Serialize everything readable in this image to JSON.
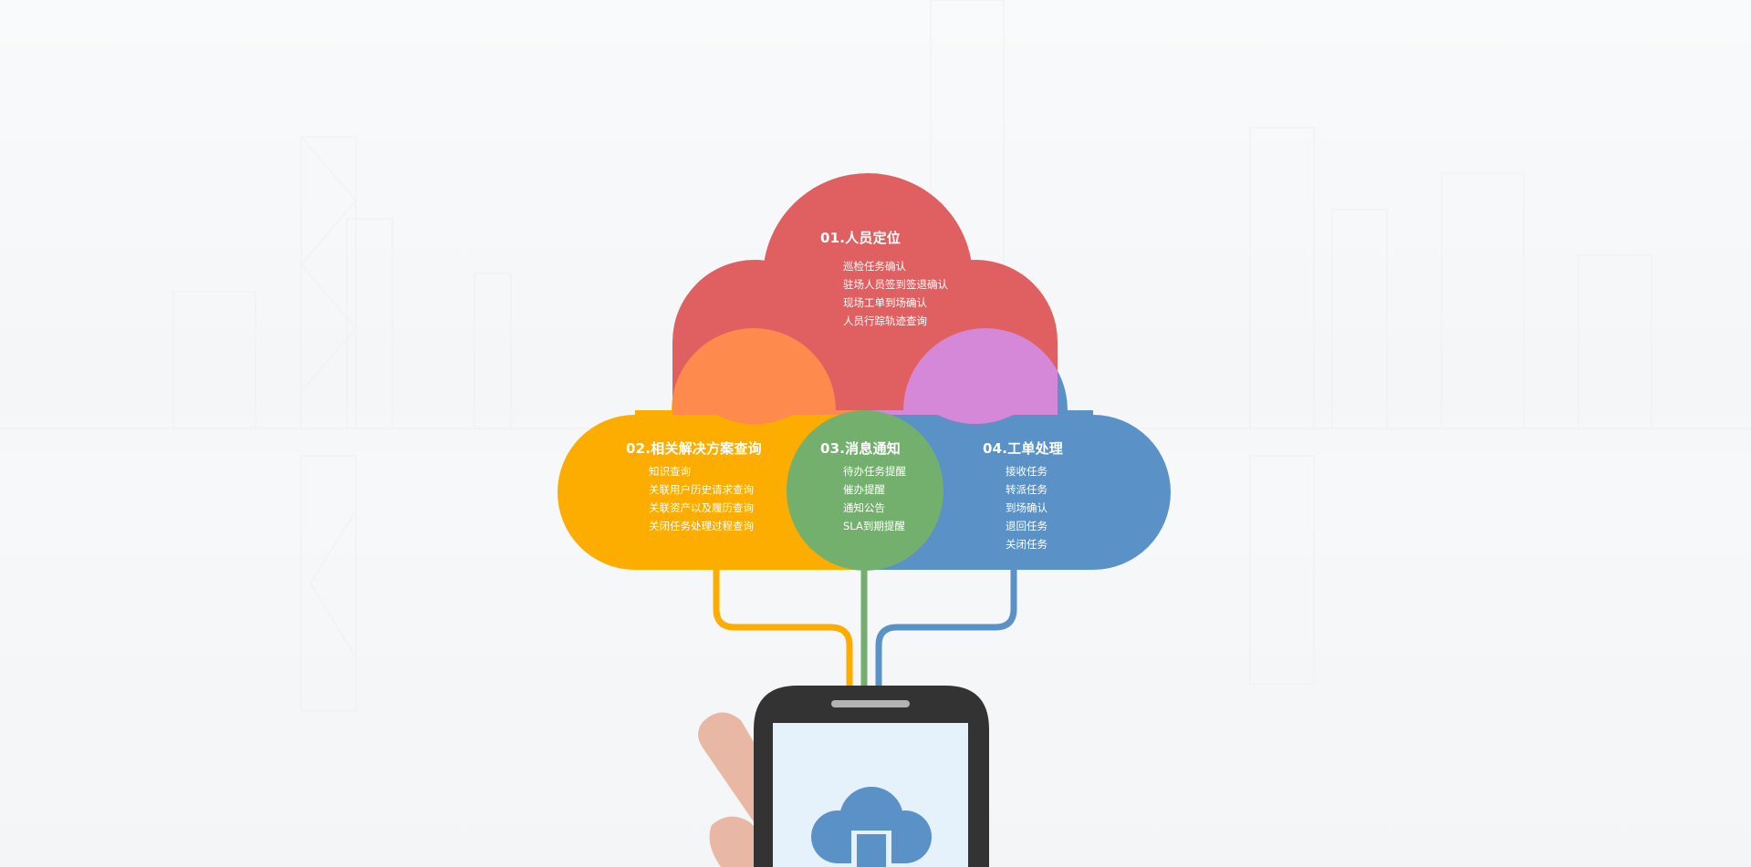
{
  "colors": {
    "red": "#e06061",
    "orange": "#fdac00",
    "orange_overlap": "#fe8a4e",
    "green": "#74b06d",
    "blue": "#5a92c8",
    "purple_overlap": "#d588d8",
    "phone_body": "#333333",
    "phone_screen": "#e6f2fb",
    "hand": "#e9b8a5",
    "speaker": "#b3b3b3",
    "background": "#f6f8fa"
  },
  "sections": [
    {
      "id": "01",
      "title": "01.人员定位",
      "color": "#e06061",
      "items": [
        "巡检任务确认",
        "驻场人员签到签退确认",
        "现场工单到场确认",
        "人员行踪轨迹查询"
      ]
    },
    {
      "id": "02",
      "title": "02.相关解决方案查询",
      "color": "#fdac00",
      "items": [
        "知识查询",
        "关联用户历史请求查询",
        "关联资产以及履历查询",
        "关闭任务处理过程查询"
      ]
    },
    {
      "id": "03",
      "title": "03.消息通知",
      "color": "#74b06d",
      "items": [
        "待办任务提醒",
        "催办提醒",
        "通知公告",
        "SLA到期提醒"
      ]
    },
    {
      "id": "04",
      "title": "04.工单处理",
      "color": "#5a92c8",
      "items": [
        "接收任务",
        "转派任务",
        "到场确认",
        "退回任务",
        "关闭任务"
      ]
    }
  ],
  "device": {
    "type": "smartphone",
    "screen_icon": "cloud-upload-icon"
  },
  "background": {
    "description": "faded city skyline"
  }
}
